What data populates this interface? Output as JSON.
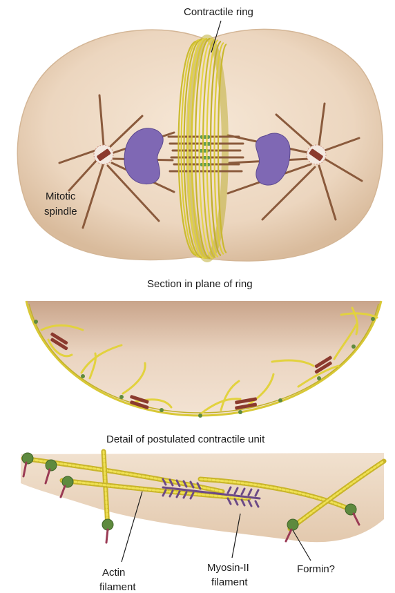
{
  "panel_top": {
    "label_ring": "Contractile ring",
    "label_spindle_line1": "Mitotic",
    "label_spindle_line2": "spindle"
  },
  "panel_middle": {
    "title": "Section in plane of ring"
  },
  "panel_bottom": {
    "title": "Detail of postulated contractile unit",
    "label_actin_line1": "Actin",
    "label_actin_line2": "filament",
    "label_myosin_line1": "Myosin-II",
    "label_myosin_line2": "filament",
    "label_formin": "Formin?"
  },
  "colors": {
    "cell_body": "#ecd6bf",
    "actin": "#e0d23a",
    "microtubule": "#8a5a3c",
    "chromosome": "#7f68b4",
    "myosin": "#6c4a86",
    "formin": "#5e8a3e"
  }
}
